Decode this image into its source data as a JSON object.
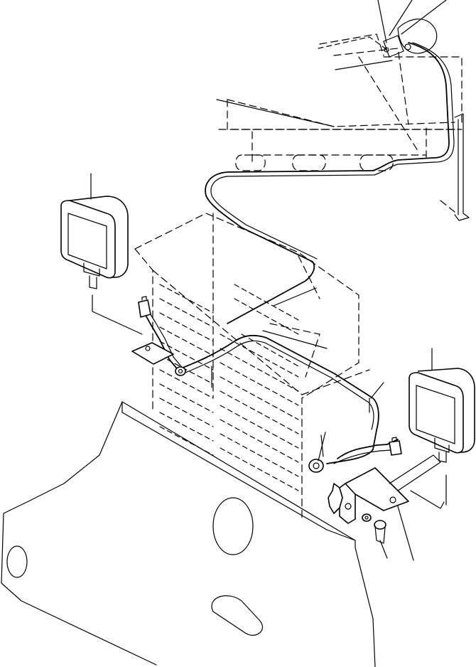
{
  "diagram": {
    "style": "exploded assembly line drawing",
    "colors": {
      "line": "#000000",
      "background": "#ffffff"
    },
    "parts": [
      {
        "id": "lamp-left",
        "kind": "work lamp"
      },
      {
        "id": "lamp-right",
        "kind": "work lamp"
      },
      {
        "id": "lamp-upper",
        "kind": "mounted lamp (hidden)"
      },
      {
        "id": "wiring-harness",
        "kind": "wiring harness"
      },
      {
        "id": "bracket-left",
        "kind": "mounting bracket"
      },
      {
        "id": "bracket-right",
        "kind": "mounting bracket"
      },
      {
        "id": "bolt",
        "kind": "bolt"
      },
      {
        "id": "washer",
        "kind": "washer"
      },
      {
        "id": "clamp-left",
        "kind": "cable clamp"
      },
      {
        "id": "clamp-right",
        "kind": "cable clamp"
      },
      {
        "id": "connector-left",
        "kind": "connector"
      },
      {
        "id": "connector-right",
        "kind": "connector"
      },
      {
        "id": "frame",
        "kind": "machine frame"
      },
      {
        "id": "cab-panel",
        "kind": "cab structure (hidden)"
      },
      {
        "id": "grid-box",
        "kind": "radiator grille (hidden)"
      }
    ]
  }
}
